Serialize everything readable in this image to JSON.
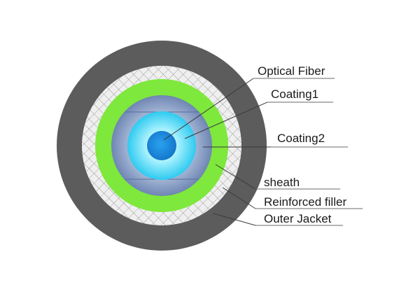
{
  "labels": {
    "optical_fiber": "Optical Fiber",
    "coating1": "Coating1",
    "coating2": "Coating2",
    "sheath": "sheath",
    "reinforced_filler": "Reinforced filler",
    "outer_jacket": "Outer Jacket"
  },
  "colors": {
    "outer_jacket": "#5c5c5c",
    "reinforced_filler": "#efefef",
    "filler_mesh": "#9a9a9a",
    "sheath": "#7ee83c",
    "coating2": "#8aa0c8",
    "coating1": "#40d8f4",
    "core": "#1a8ae4"
  }
}
